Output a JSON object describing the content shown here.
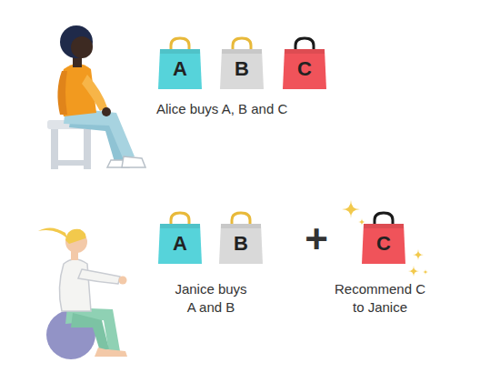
{
  "diagram": {
    "nodes": [
      {
        "text": [
          "A"
        ]
      },
      {
        "text": [
          "B"
        ]
      },
      {
        "text": [
          "C"
        ]
      },
      {
        "text": [
          "A"
        ]
      },
      {
        "text": [
          "B"
        ]
      },
      {
        "text": [
          "C"
        ]
      }
    ],
    "labels": [
      "Alice buys A, B and C",
      "Janice buys A and B",
      "+",
      "Recommend C to Janice"
    ]
  }
}
